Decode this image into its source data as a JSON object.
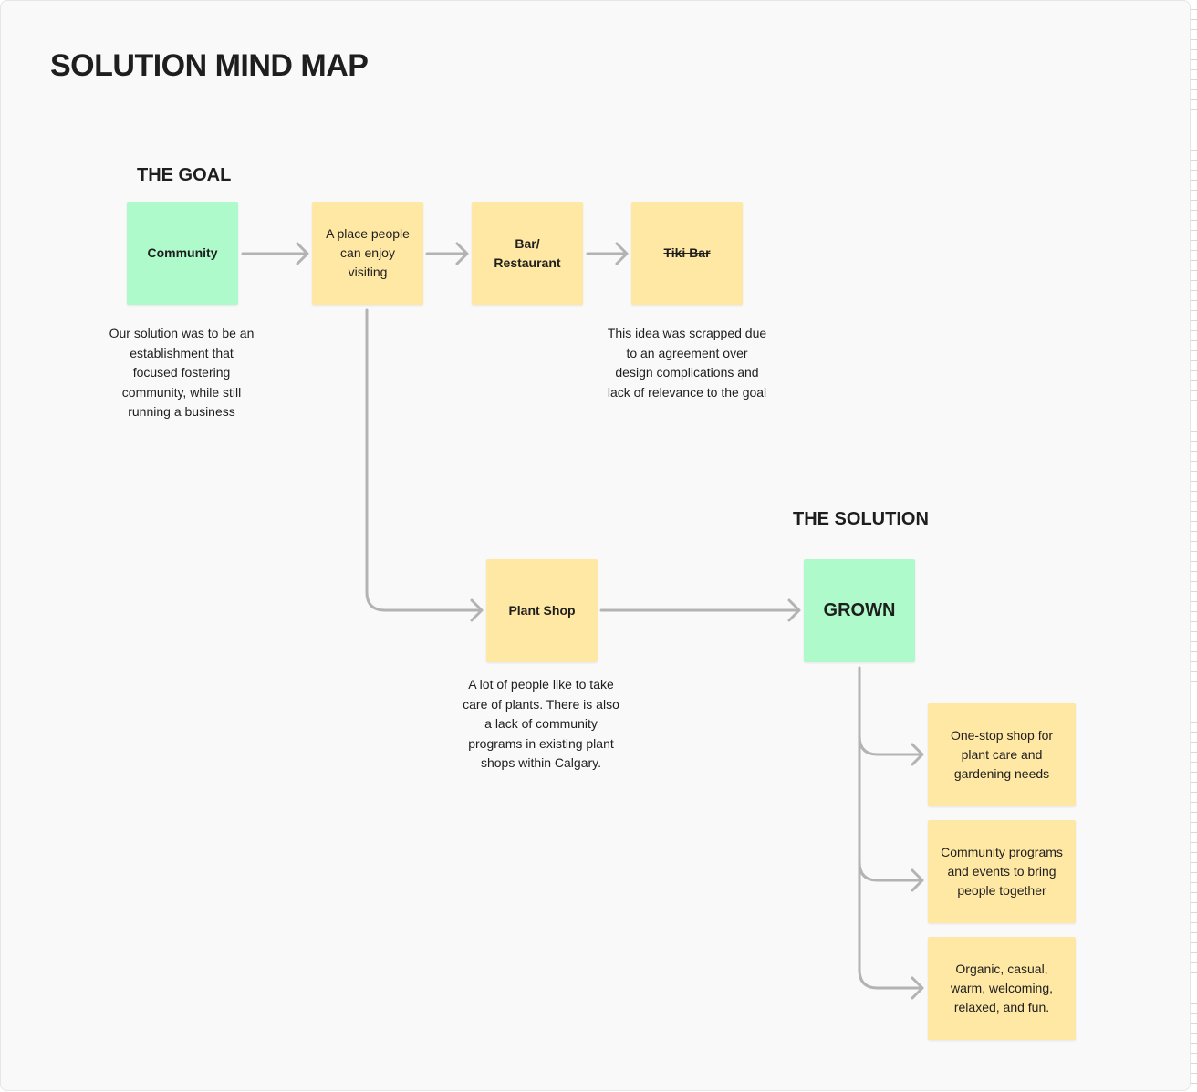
{
  "title": "SOLUTION MIND MAP",
  "goal_section": {
    "heading": "THE GOAL",
    "nodes": {
      "community": "Community",
      "place": "A place people can enjoy visiting",
      "bar": "Bar/ Restaurant",
      "tiki": "Tiki Bar"
    },
    "community_caption": "Our solution was to be an establishment that focused fostering community, while still running a business",
    "tiki_caption": "This idea was scrapped due to an agreement over design complications and lack of relevance to the goal"
  },
  "plant_shop": {
    "label": "Plant Shop",
    "caption": "A lot of people like to take care of plants. There is also a lack of community programs in existing plant shops within Calgary."
  },
  "solution_section": {
    "heading": "THE SOLUTION",
    "main": "GROWN",
    "features": [
      "One-stop shop for plant care and gardening needs",
      "Community programs and events to bring people together",
      "Organic, casual, warm, welcoming, relaxed, and fun."
    ]
  },
  "colors": {
    "goal_note": "#affaca",
    "idea_note": "#ffe8a3",
    "connector": "#b3b3b3",
    "background": "#f9f9f9"
  }
}
